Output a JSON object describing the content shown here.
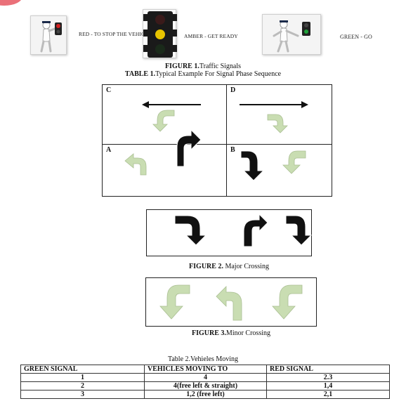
{
  "signals": {
    "red_label": "RED - TO STOP THE VEHICLES",
    "amber_label": "AMBER - GET READY",
    "green_label": "GREEN - GO"
  },
  "figure1": {
    "label": "FIGURE 1.",
    "text": "Traffic Signals"
  },
  "table1": {
    "label": "TABLE 1.",
    "text": "Typical Example For Signal Phase Sequence"
  },
  "phase_panels": {
    "c": "C",
    "d": "D",
    "a": "A",
    "b": "B"
  },
  "figure2": {
    "label": "FIGURE 2.",
    "text": " Major Crossing"
  },
  "figure3": {
    "label": "FIGURE 3.",
    "text": "Minor Crossing"
  },
  "table2": {
    "caption": "Table 2.Vehieles Moving",
    "headers": [
      "GREEN SIGNAL",
      "VEHICLES MOVING TO",
      "RED SIGNAL"
    ],
    "rows": [
      [
        "1",
        "4",
        "2.3"
      ],
      [
        "2",
        "4(free left & straight)",
        "1,4"
      ],
      [
        "3",
        "1,2 (free left)",
        "2,1"
      ]
    ]
  },
  "colors": {
    "signal_red": "#d42020",
    "signal_amber": "#e8c400",
    "signal_green": "#1fa23a",
    "arrow_dark": "#111111",
    "arrow_light": "#c9ddb2"
  }
}
